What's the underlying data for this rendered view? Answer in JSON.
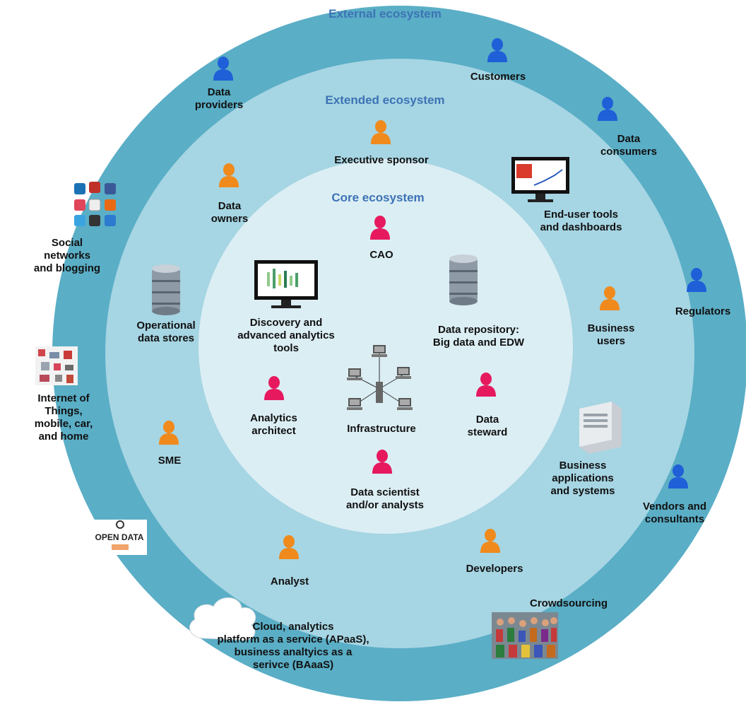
{
  "colors": {
    "outer_ring": "#5aaec6",
    "middle_ring": "#a6d5e3",
    "core": "#dbeef4",
    "title": "#3d73b5",
    "person_blue": "#1f5fd8",
    "person_orange": "#f08a1c",
    "person_pink": "#e6195f"
  },
  "rings": {
    "external": "External ecosystem",
    "extended": "Extended ecosystem",
    "core": "Core ecosystem"
  },
  "external": {
    "data_providers": "Data\nproviders",
    "customers": "Customers",
    "data_consumers": "Data\nconsumers",
    "regulators": "Regulators",
    "vendors": "Vendors and\nconsultants",
    "crowdsourcing": "Crowdsourcing",
    "cloud": "Cloud, analytics\nplatform as a service (APaaS),\nbusiness analtyics as a\nserivce (BAaaS)",
    "iot": "Internet of\nThings,\nmobile, car,\nand home",
    "social": "Social\nnetworks\nand blogging",
    "open_data_logo": "OPEN DATA"
  },
  "extended": {
    "executive_sponsor": "Executive sponsor",
    "data_owners": "Data\nowners",
    "end_user_tools": "End-user tools\nand dashboards",
    "business_users": "Business\nusers",
    "business_apps": "Business\napplications\nand systems",
    "developers": "Developers",
    "analyst": "Analyst",
    "sme": "SME",
    "operational_data_stores": "Operational\ndata stores"
  },
  "core": {
    "cao": "CAO",
    "discovery_tools": "Discovery and\nadvanced analytics\ntools",
    "data_repository": "Data repository:\nBig data and EDW",
    "infrastructure": "Infrastructure",
    "analytics_architect": "Analytics\narchitect",
    "data_steward": "Data\nsteward",
    "data_scientist": "Data scientist\nand/or analysts"
  },
  "icons": {
    "person": "person-icon",
    "database": "database-icon",
    "monitor": "monitor-icon",
    "server": "server-icon",
    "cloud": "cloud-icon",
    "network": "network-icon",
    "crowd": "crowd-icon",
    "social": "social-media-icons",
    "iot": "iot-icon",
    "open_data": "open-data-logo"
  }
}
